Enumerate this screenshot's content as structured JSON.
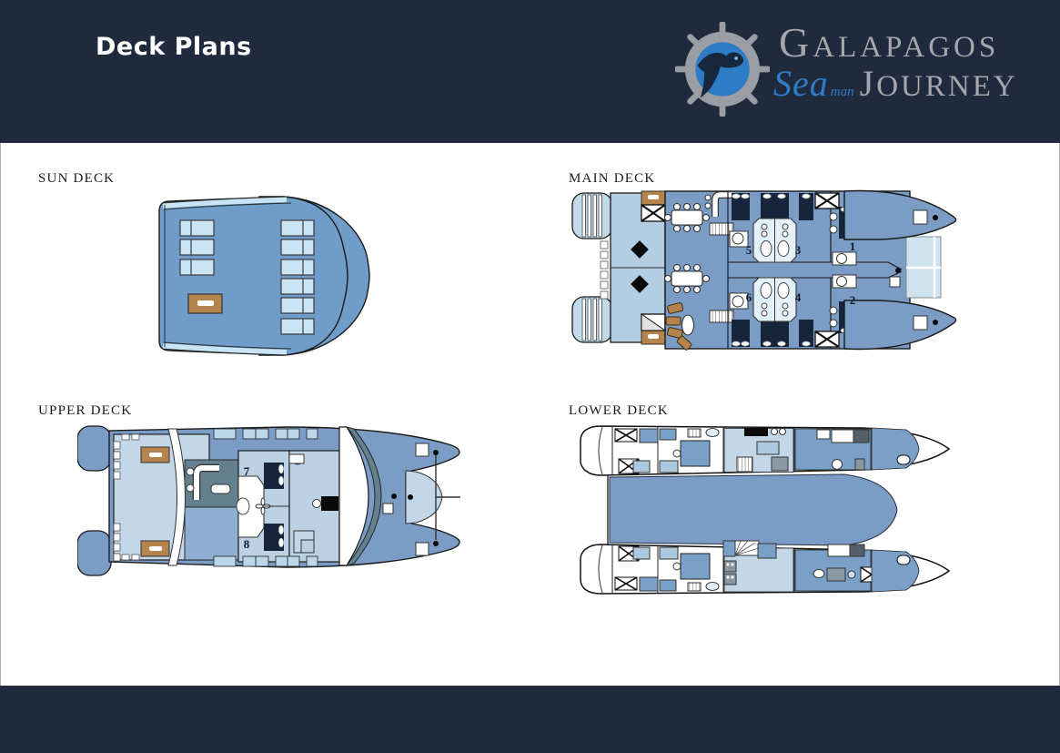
{
  "header": {
    "title": "Deck Plans",
    "bg": "#1f2b3d"
  },
  "logo": {
    "galapagos_initial": "G",
    "galapagos_rest": "ALAPAGOS",
    "script": "Sea",
    "script_small": "man",
    "journey_initial": "J",
    "journey_rest": "OURNEY",
    "wheel_gray": "#9a9da3",
    "wheel_blue": "#2e7cc6",
    "ray_navy": "#16273e",
    "text_gray": "#a4a7ac",
    "script_blue": "#2f7dc8"
  },
  "decks": {
    "sun": {
      "label": "SUN DECK"
    },
    "main": {
      "label": "MAIN DECK",
      "cabins": {
        "c1": "1",
        "c2": "2",
        "c3": "3",
        "c4": "4",
        "c5": "5",
        "c6": "6"
      }
    },
    "upper": {
      "label": "UPPER DECK",
      "cabins": {
        "c7": "7",
        "c8": "8"
      }
    },
    "lower": {
      "label": "LOWER DECK"
    }
  },
  "footer": {
    "bg": "#1f2b3d"
  },
  "palette": {
    "deck_blue": "#7b9cc5",
    "sun_blue": "#6f9cc8",
    "aft_light": "#b3cde3",
    "upper_light": "#c3d7e8",
    "pale_window": "#c9e4f4",
    "pod_white": "#e2f1fa",
    "bed_navy": "#16243c",
    "wood": "#b5834d",
    "slate": "#64808f",
    "hull_room_blue": "#7aa0c8",
    "gray_fixture": "#8a98a3",
    "trampoline": "#cfe2f0"
  }
}
